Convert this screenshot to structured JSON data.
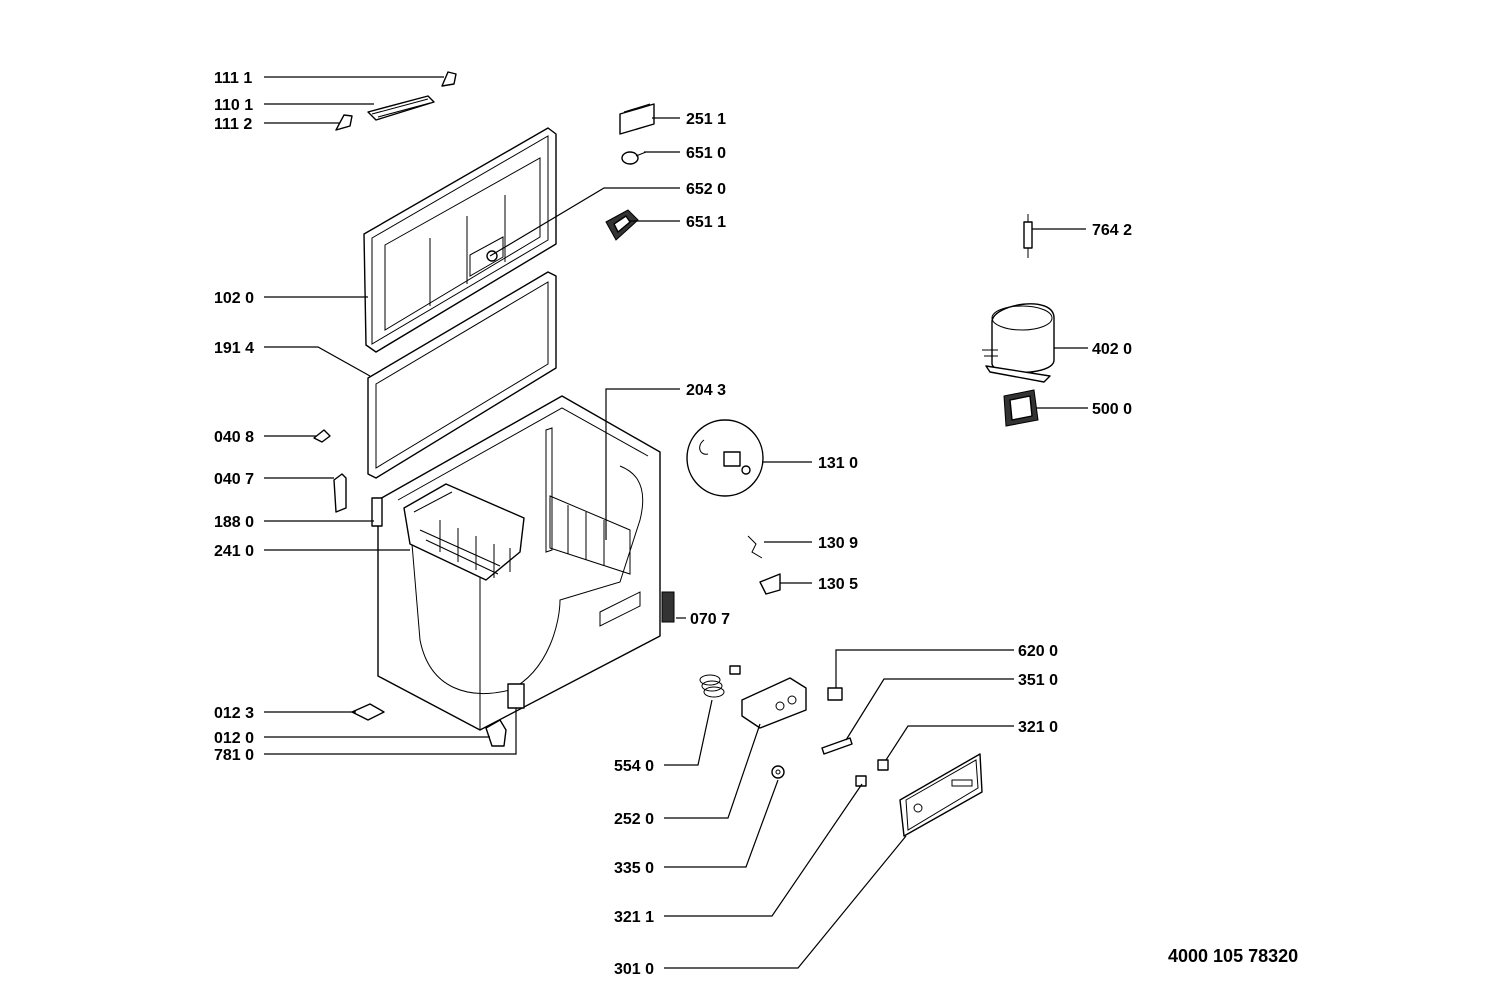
{
  "document_number": "4000 105 78320",
  "parts": [
    {
      "id": "p1111",
      "label": "111 1"
    },
    {
      "id": "p1101",
      "label": "110 1"
    },
    {
      "id": "p1112",
      "label": "111 2"
    },
    {
      "id": "p1020",
      "label": "102 0"
    },
    {
      "id": "p1914",
      "label": "191 4"
    },
    {
      "id": "p0408",
      "label": "040 8"
    },
    {
      "id": "p0407",
      "label": "040 7"
    },
    {
      "id": "p1880",
      "label": "188 0"
    },
    {
      "id": "p2410",
      "label": "241 0"
    },
    {
      "id": "p0123",
      "label": "012 3"
    },
    {
      "id": "p0120",
      "label": "012 0"
    },
    {
      "id": "p7810",
      "label": "781 0"
    },
    {
      "id": "p2511",
      "label": "251 1"
    },
    {
      "id": "p6510",
      "label": "651 0"
    },
    {
      "id": "p6520",
      "label": "652 0"
    },
    {
      "id": "p6511",
      "label": "651 1"
    },
    {
      "id": "p2043",
      "label": "204 3"
    },
    {
      "id": "p1310",
      "label": "131 0"
    },
    {
      "id": "p1309",
      "label": "130 9"
    },
    {
      "id": "p1305",
      "label": "130 5"
    },
    {
      "id": "p0707",
      "label": "070 7"
    },
    {
      "id": "p6200",
      "label": "620 0"
    },
    {
      "id": "p3510",
      "label": "351 0"
    },
    {
      "id": "p3210",
      "label": "321 0"
    },
    {
      "id": "p5540",
      "label": "554 0"
    },
    {
      "id": "p2520",
      "label": "252 0"
    },
    {
      "id": "p3350",
      "label": "335 0"
    },
    {
      "id": "p3211",
      "label": "321 1"
    },
    {
      "id": "p3010",
      "label": "301 0"
    },
    {
      "id": "p7642",
      "label": "764 2"
    },
    {
      "id": "p4020",
      "label": "402 0"
    },
    {
      "id": "p5000",
      "label": "500 0"
    }
  ]
}
